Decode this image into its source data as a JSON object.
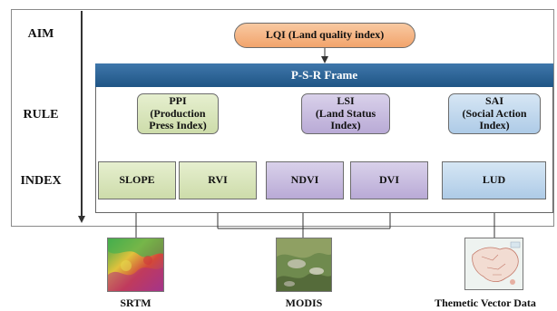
{
  "levels": {
    "aim": "AIM",
    "rule": "RULE",
    "index": "INDEX"
  },
  "aim_box": "LQI (Land quality index)",
  "frame_title": "P-S-R Frame",
  "rule_boxes": {
    "ppi": "PPI\n(Production\nPress Index)",
    "lsi": "LSI\n(Land Status\nIndex)",
    "sai": "SAI\n(Social Action\nIndex)"
  },
  "index_boxes": {
    "slope": "SLOPE",
    "rvi": "RVI",
    "ndvi": "NDVI",
    "dvi": "DVI",
    "lud": "LUD"
  },
  "sources": {
    "srtm": "SRTM",
    "modis": "MODIS",
    "thematic": "Themetic Vector Data"
  },
  "colors": {
    "frame_bar": "#2b6596",
    "aim_box": "#f4b183",
    "ppi_group": "#d8e4bc",
    "lsi_group": "#ccc0da",
    "sai_group": "#c5d9f1"
  }
}
